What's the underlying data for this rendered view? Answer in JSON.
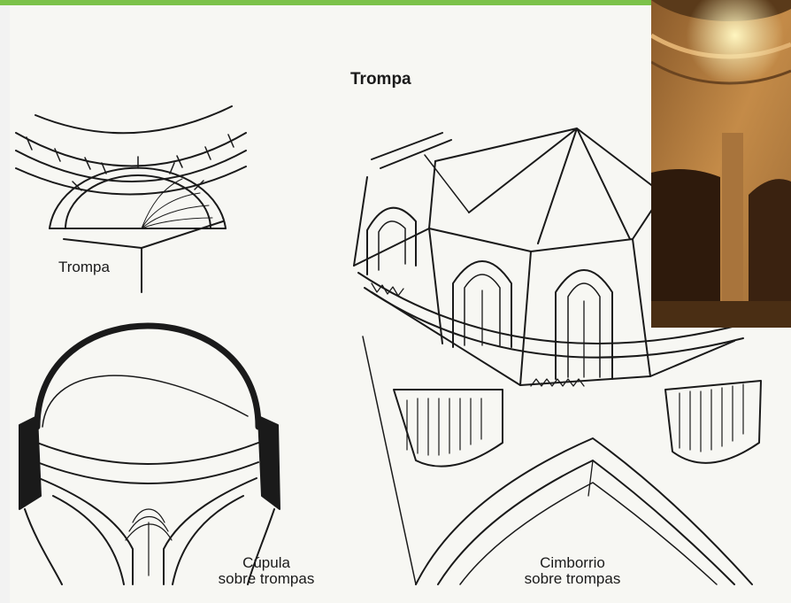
{
  "labels": {
    "title": "Trompa",
    "squinch": "Trompa",
    "dome_line1": "Cúpula",
    "dome_line2": "sobre trompas",
    "cimborrio_line1": "Cimborrio",
    "cimborrio_line2": "sobre trompas"
  },
  "colors": {
    "accent_bar": "#7cc24a",
    "paper": "#f7f7f3",
    "ink": "#1a1a1a",
    "photo_stone": "#b07a3c",
    "photo_shadow": "#2e1a0c"
  }
}
